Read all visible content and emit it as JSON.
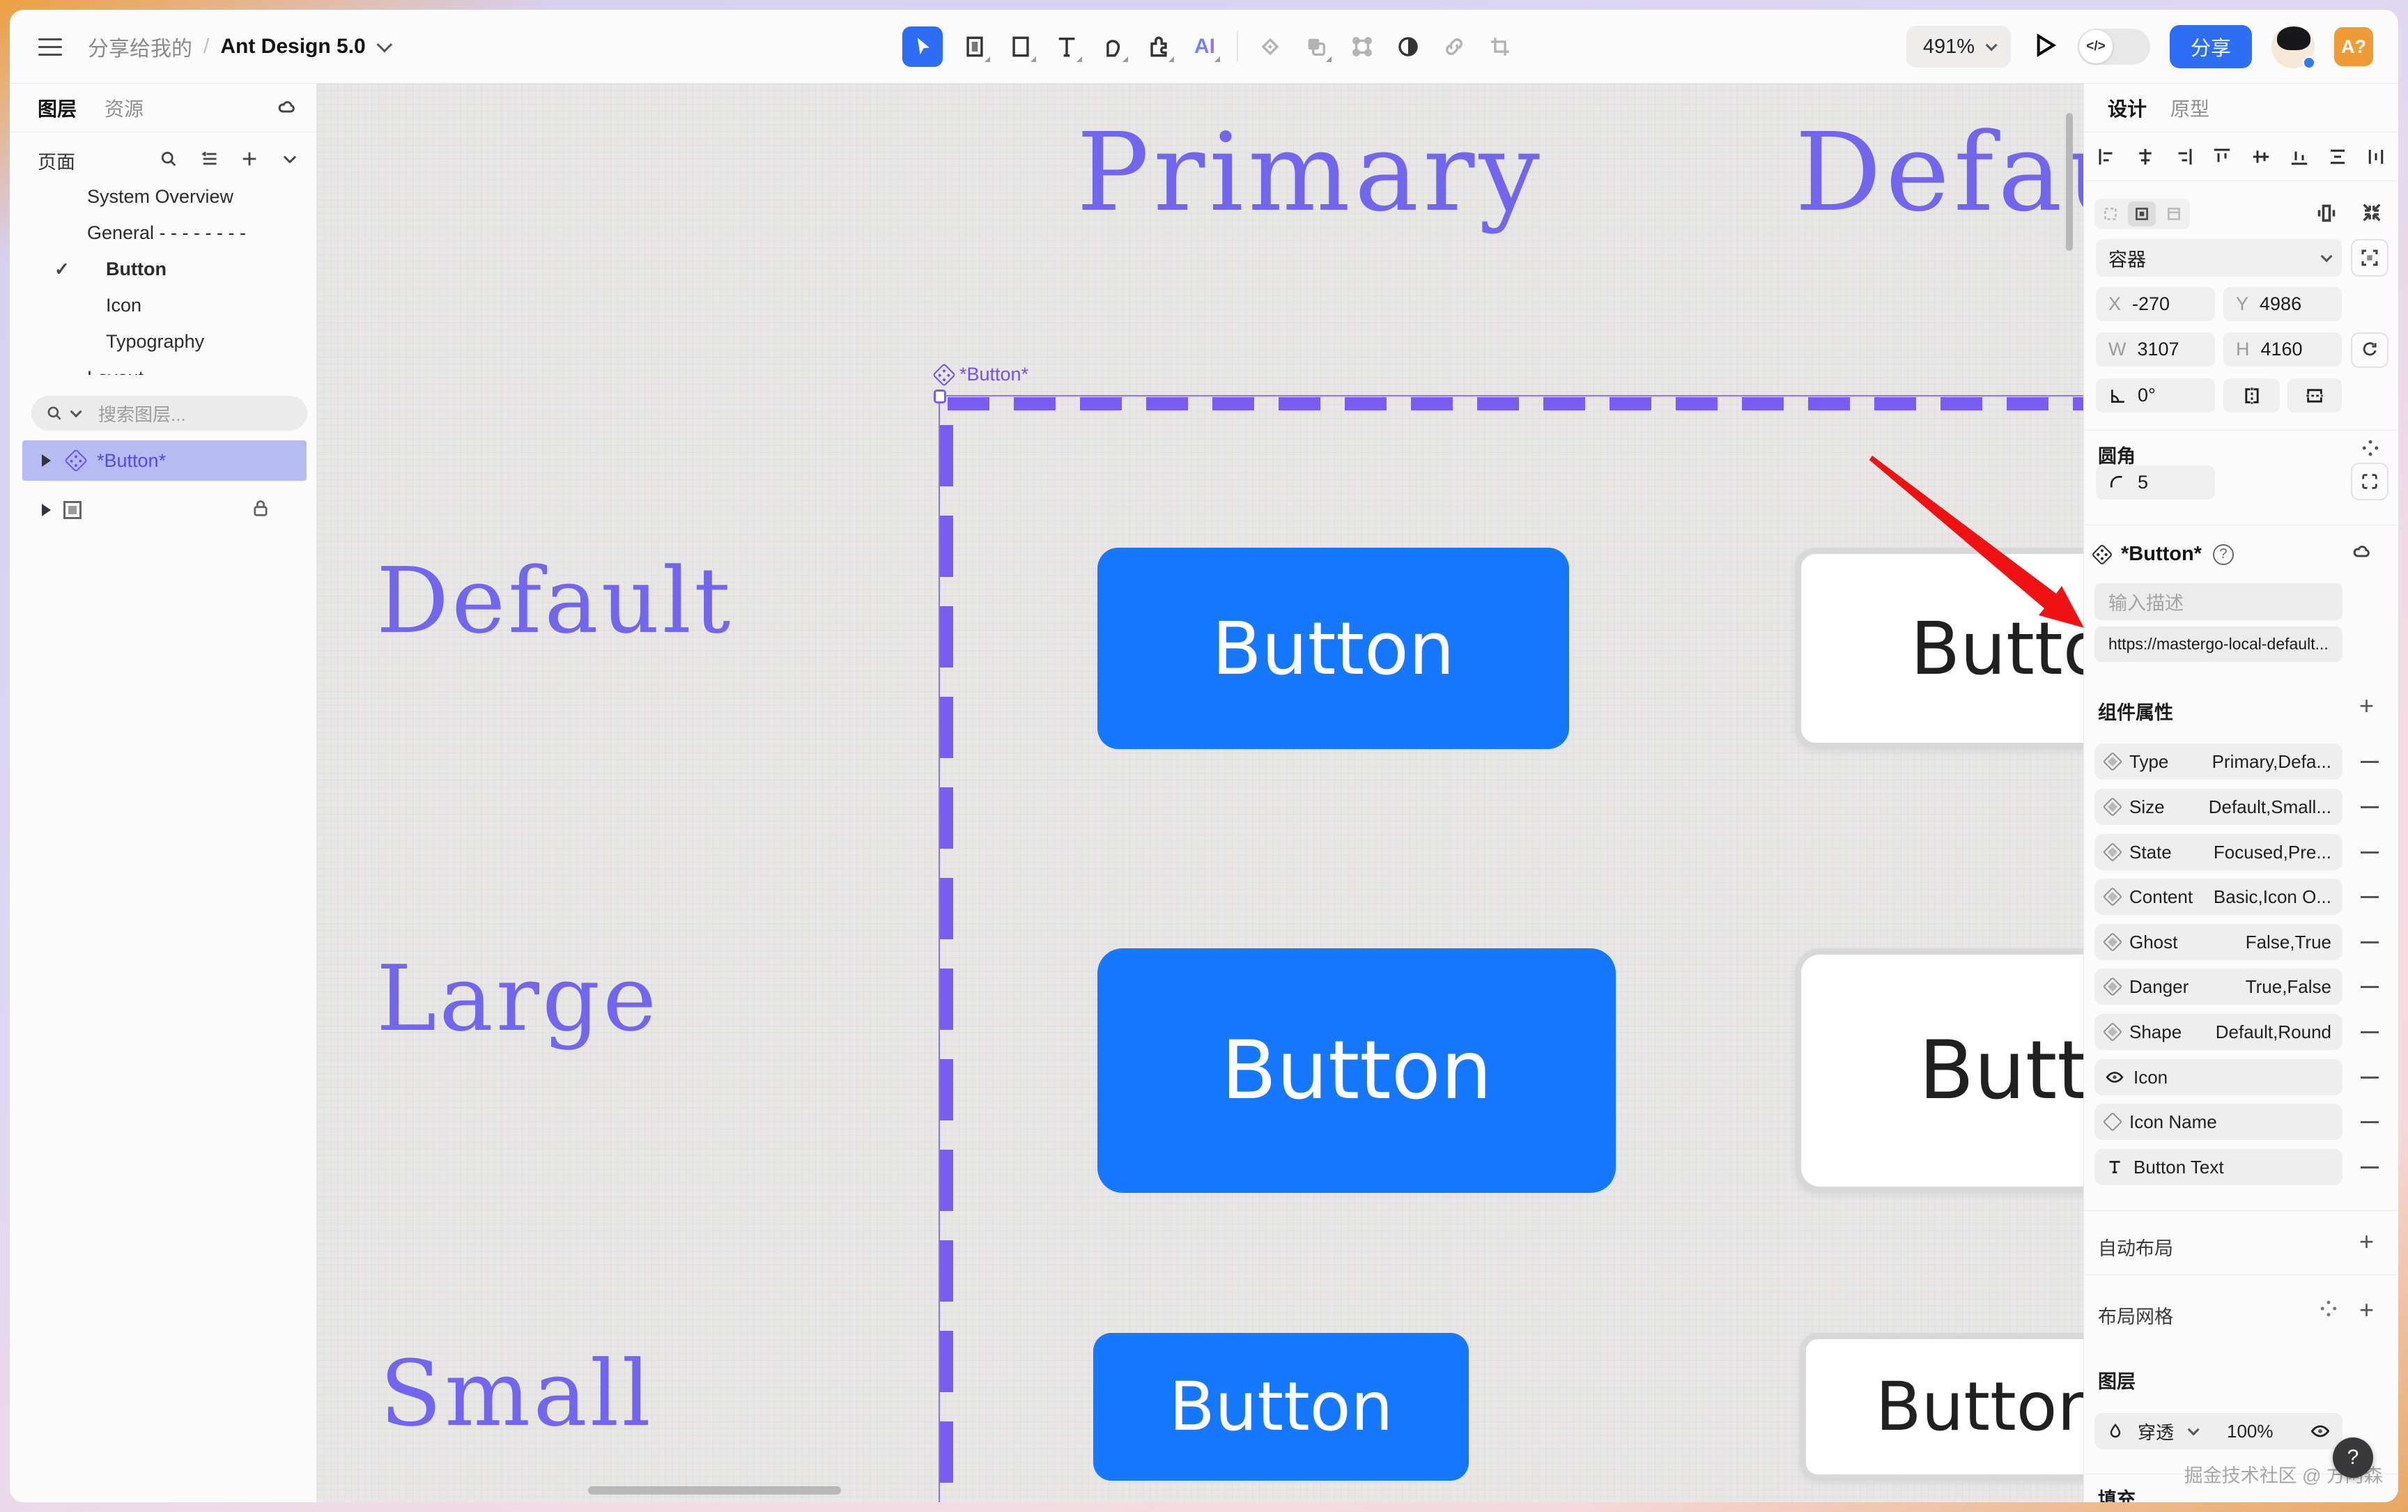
{
  "topbar": {
    "breadcrumb_group": "分享给我的",
    "breadcrumb_sep": "/",
    "doc_title": "Ant Design 5.0",
    "tools": [
      "move-tool",
      "frame-tool",
      "rectangle-tool",
      "text-tool",
      "pen-tool",
      "plugin-tool",
      "ai-tool",
      "component-tool",
      "boolean-tool",
      "vector-tool",
      "mask-tool",
      "link-tool",
      "crop-tool"
    ],
    "ai_tool_label": "AI",
    "ai_badge": "A?",
    "share_label": "分享",
    "code_toggle_label": "</>",
    "zoom_level": "491%"
  },
  "left_panel": {
    "tabs": [
      {
        "label": "图层"
      },
      {
        "label": "资源"
      }
    ],
    "pages_title": "页面",
    "page_items": [
      {
        "label": "System Overview"
      },
      {
        "label": "General - - - - - - - -"
      },
      {
        "label": "Button"
      },
      {
        "label": "Icon"
      },
      {
        "label": "Typography"
      },
      {
        "label": "Layout - - - - - - - -"
      }
    ],
    "checked_item": "Button",
    "search_placeholder": "搜索图层...",
    "selected_layer": "*Button*"
  },
  "canvas": {
    "header_primary": "Primary",
    "header_default": "Default",
    "row_labels": [
      "Default",
      "Large",
      "Small"
    ],
    "selection_label": "*Button*",
    "primary_button_text": "Button",
    "default_button_text": "Button"
  },
  "right_panel": {
    "tabs": [
      {
        "label": "设计"
      },
      {
        "label": "原型"
      }
    ],
    "container_label": "容器",
    "x_label": "X",
    "x_value": "-270",
    "y_label": "Y",
    "y_value": "4986",
    "w_label": "W",
    "w_value": "3107",
    "h_label": "H",
    "h_value": "4160",
    "rotation_value": "0°",
    "radius_title": "圆角",
    "radius_value": "5",
    "component_name": "*Button*",
    "component_help": "?",
    "desc_placeholder": "输入描述",
    "component_url": "https://mastergo-local-default...",
    "props_title": "组件属性",
    "props": [
      {
        "label": "Type",
        "value": "Primary,Defa..."
      },
      {
        "label": "Size",
        "value": "Default,Small..."
      },
      {
        "label": "State",
        "value": "Focused,Pre..."
      },
      {
        "label": "Content",
        "value": "Basic,Icon O..."
      },
      {
        "label": "Ghost",
        "value": "False,True"
      },
      {
        "label": "Danger",
        "value": "True,False"
      },
      {
        "label": "Shape",
        "value": "Default,Round"
      },
      {
        "label": "Icon",
        "value": ""
      },
      {
        "label": "Icon Name",
        "value": ""
      },
      {
        "label": "Button Text",
        "value": ""
      }
    ],
    "auto_layout_title": "自动布局",
    "layout_grid_title": "布局网格",
    "layers_title": "图层",
    "blend_mode": "穿透",
    "opacity": "100%",
    "fill_title": "填充",
    "watermark": "掘金技术社区 @ 方阿森",
    "help_label": "?"
  },
  "colors": {
    "primary_button_blue": "#1677ff",
    "share_blue": "#2e6ef5",
    "canvas_purple": "#7366ee",
    "selection_purple": "#7b5cf0",
    "annotation_red": "#ee1212",
    "ai_badge_orange": "#ef9b38",
    "selected_layer_bg": "#b5bcf1"
  }
}
